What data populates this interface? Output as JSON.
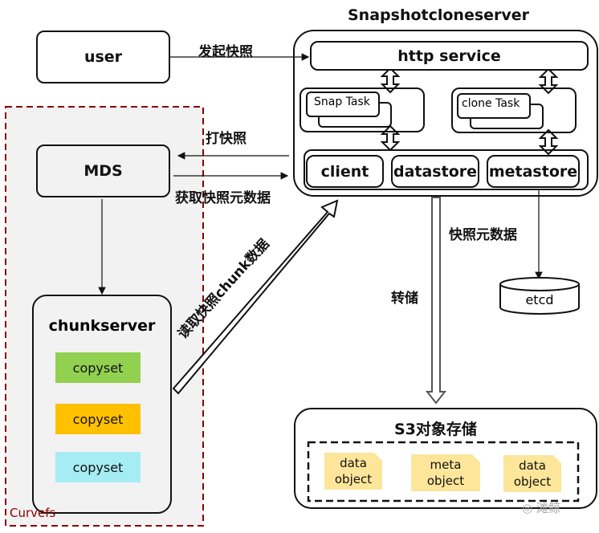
{
  "title": "Snapshotcloneserver",
  "nodes": {
    "user": "user",
    "mds": "MDS",
    "chunkserver": "chunkserver",
    "copysets": [
      "copyset",
      "copyset",
      "copyset"
    ],
    "curvefs": "Curvefs",
    "http_service": "http service",
    "snap_task": "Snap Task",
    "clone_task": "clone Task",
    "client": "client",
    "datastore": "datastore",
    "metastore": "metastore",
    "etcd": "etcd",
    "s3": "S3对象存储",
    "objects": [
      [
        "data",
        "object"
      ],
      [
        "meta",
        "object"
      ],
      [
        "data",
        "object"
      ]
    ]
  },
  "edges": {
    "start_snapshot": "发起快照",
    "take_snapshot": "打快照",
    "get_metadata": "获取快照元数据",
    "read_chunk": "读取快照chunk数据",
    "snapshot_metadata": "快照元数据",
    "dump": "转储"
  },
  "colors": {
    "copyset1": "#92d050",
    "copyset2": "#ffc000",
    "copyset3": "#a6ecf5",
    "object": "#fde59a",
    "curvefs_border": "#8b0000"
  },
  "watermark": "滩鲸"
}
